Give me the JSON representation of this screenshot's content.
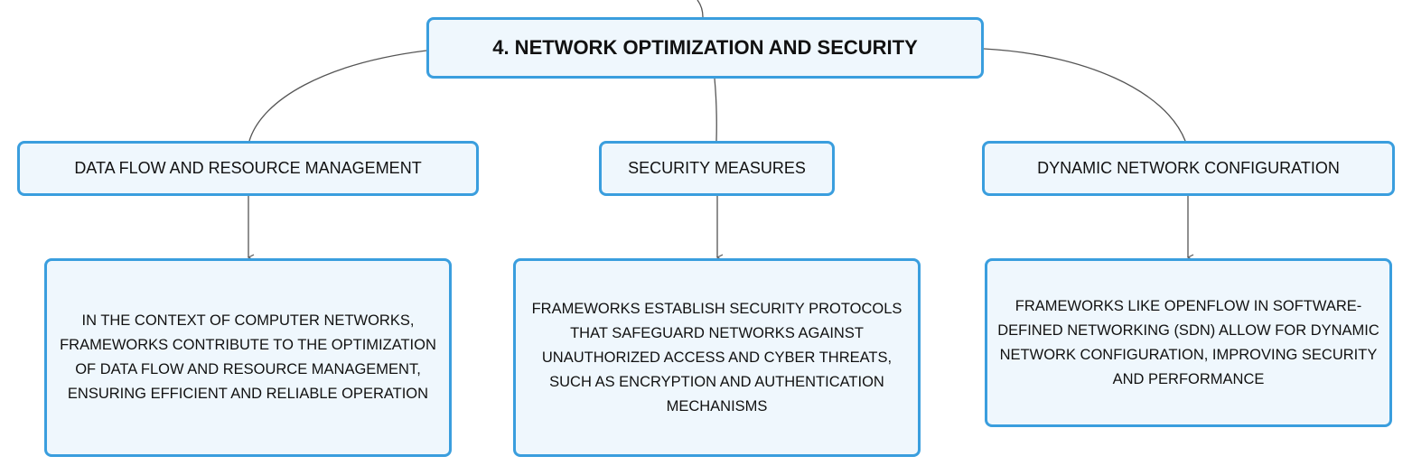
{
  "colors": {
    "node_border": "#3a9ede",
    "node_fill": "#eff7fd",
    "connector": "#555555",
    "text": "#111111"
  },
  "root": {
    "label": "4. NETWORK OPTIMIZATION AND SECURITY"
  },
  "topics": [
    {
      "label": "DATA FLOW AND RESOURCE MANAGEMENT",
      "detail": "IN THE CONTEXT OF COMPUTER NETWORKS, FRAMEWORKS CONTRIBUTE TO THE OPTIMIZATION OF DATA FLOW AND RESOURCE MANAGEMENT, ENSURING EFFICIENT AND RELIABLE OPERATION"
    },
    {
      "label": "SECURITY MEASURES",
      "detail": "FRAMEWORKS ESTABLISH SECURITY PROTOCOLS THAT SAFEGUARD NETWORKS AGAINST UNAUTHORIZED ACCESS AND CYBER THREATS, SUCH AS ENCRYPTION AND AUTHENTICATION MECHANISMS"
    },
    {
      "label": "DYNAMIC NETWORK CONFIGURATION",
      "detail": "FRAMEWORKS LIKE OPENFLOW IN SOFTWARE-DEFINED NETWORKING (SDN) ALLOW FOR DYNAMIC NETWORK CONFIGURATION, IMPROVING SECURITY AND PERFORMANCE"
    }
  ]
}
